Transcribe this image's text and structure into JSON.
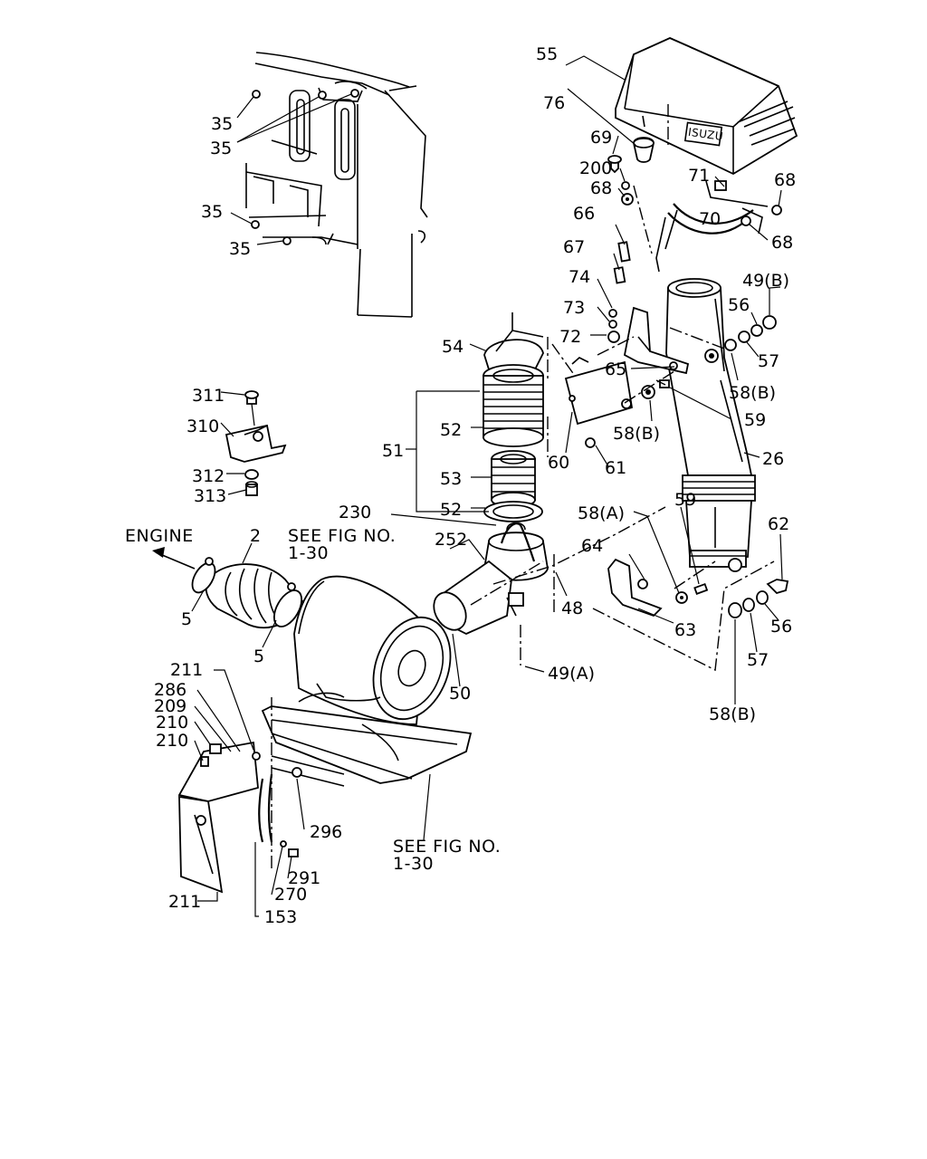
{
  "labels": {
    "l55": "55",
    "l76": "76",
    "l69": "69",
    "l200": "200",
    "l68a": "68",
    "l71": "71",
    "l68b": "68",
    "l70": "70",
    "l68c": "68",
    "l66": "66",
    "l67": "67",
    "l49b": "49(B)",
    "l74": "74",
    "l56a": "56",
    "l73": "73",
    "l72": "72",
    "l57a": "57",
    "l65": "65",
    "l58ba": "58(B)",
    "l54": "54",
    "l311": "311",
    "l310": "310",
    "l312": "312",
    "l313": "313",
    "l52a": "52",
    "l51": "51",
    "l53": "53",
    "l52b": "52",
    "l58bb": "58(B)",
    "l59a": "59",
    "l60": "60",
    "l61": "61",
    "l26": "26",
    "l230": "230",
    "l2": "2",
    "l252": "252",
    "l58a": "58(A)",
    "l59b": "59",
    "l62": "62",
    "l64": "64",
    "l5a": "5",
    "l5b": "5",
    "l48": "48",
    "l63": "63",
    "l56b": "56",
    "l57b": "57",
    "l49a": "49(A)",
    "l50": "50",
    "l58bc": "58(B)",
    "l211a": "211",
    "l286": "286",
    "l209": "209",
    "l210a": "210",
    "l210b": "210",
    "l296": "296",
    "l291": "291",
    "l270": "270",
    "l211b": "211",
    "l153": "153",
    "l35a": "35",
    "l35b": "35",
    "l35c": "35",
    "l35d": "35"
  },
  "text": {
    "engine": "ENGINE",
    "see_fig_1": "SEE FIG NO.",
    "see_fig_1_num": "1-30",
    "see_fig_2": "SEE FIG NO.",
    "see_fig_2_num": "1-30",
    "logo": "ISUZU"
  }
}
